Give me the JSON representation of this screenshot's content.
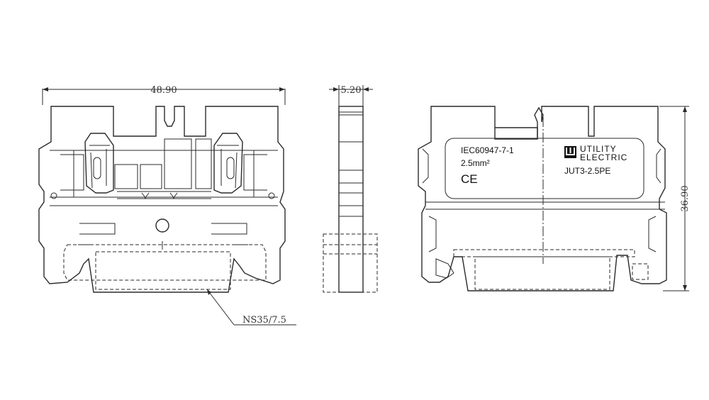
{
  "dimensions": {
    "width_label": "48.90",
    "thickness_label": "5.20",
    "height_label": "36.90"
  },
  "rail_label": "NS35/7.5",
  "product_label": {
    "standard": "IEC60947-7-1",
    "cross_section": "2.5mm²",
    "ce_mark": "CE",
    "brand_line1": "UTILITY",
    "brand_line2": "ELECTRIC",
    "model": "JUT3-2.5PE"
  },
  "colors": {
    "line": "#2a2a2a",
    "background": "#ffffff"
  }
}
